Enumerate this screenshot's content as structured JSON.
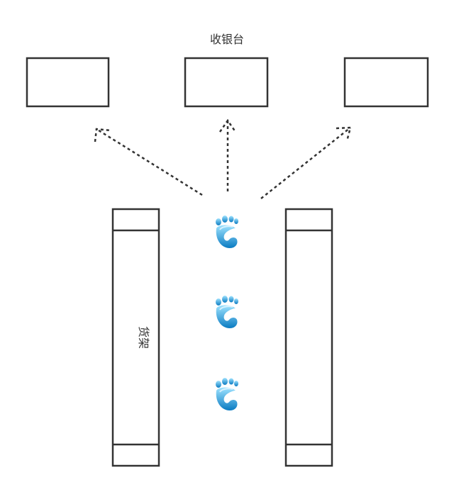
{
  "labels": {
    "checkout": "收银台",
    "shelf": "货架"
  },
  "colors": {
    "stroke": "#333333",
    "foot_light": "#7dd3f7",
    "foot_dark": "#0a7bc2",
    "background": "#ffffff"
  },
  "icons": [
    "footprint-icon",
    "footprint-icon",
    "footprint-icon"
  ],
  "counters": 3,
  "shelves": 2
}
